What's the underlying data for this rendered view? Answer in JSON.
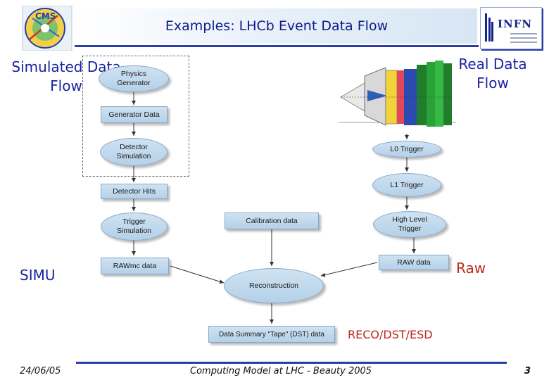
{
  "title": "Examples: LHCb Event Data Flow",
  "logos": {
    "left_text": "CMS",
    "right_text": "INFN"
  },
  "labels": {
    "simulated": "Simulated Data\nFlow",
    "real": "Real Data\nFlow",
    "simu": "SIMU",
    "raw": "Raw",
    "reco": "RECO/DST/ESD"
  },
  "nodes": {
    "physics_generator": "Physics\nGenerator",
    "generator_data": "Generator Data",
    "detector_simulation": "Detector\nSimulation",
    "detector_hits": "Detector Hits",
    "trigger_simulation": "Trigger\nSimulation",
    "rawmc_data": "RAWmc data",
    "calibration_data": "Calibration data",
    "reconstruction": "Reconstruction",
    "dst_data": "Data Summary \"Tape\" (DST) data",
    "l0_trigger": "L0 Trigger",
    "l1_trigger": "L1 Trigger",
    "high_level_trigger": "High Level\nTrigger",
    "raw_data": "RAW data"
  },
  "colors": {
    "title_blue": "#0a1a8a",
    "label_blue": "#1a23a0",
    "label_red": "#c0261a",
    "node_fill": "#bcd5ea",
    "accent": "#2a3ea8"
  },
  "footer": {
    "date": "24/06/05",
    "center": "Computing Model at LHC - Beauty 2005",
    "page": "3"
  }
}
